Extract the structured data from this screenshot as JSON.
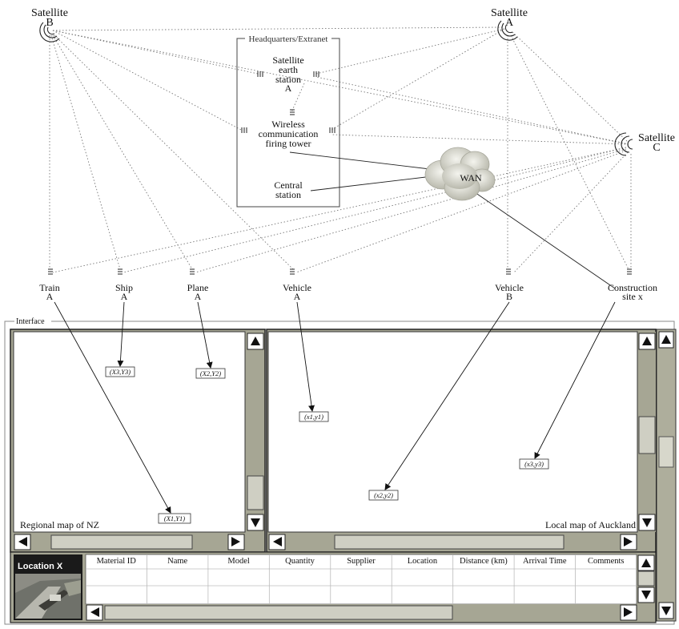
{
  "satellites": {
    "b": {
      "name": "Satellite",
      "letter": "B"
    },
    "a": {
      "name": "Satellite",
      "letter": "A"
    },
    "c": {
      "name": "Satellite",
      "letter": "C"
    }
  },
  "headquarters": {
    "title": "Headquarters/Extranet",
    "earth_station": [
      "Satellite",
      "earth",
      "station",
      "A"
    ],
    "firing_tower": [
      "Wireless",
      "communication",
      "firing tower"
    ],
    "central_station": [
      "Central",
      "station"
    ]
  },
  "wan": "WAN",
  "endpoints": {
    "train": [
      "Train",
      "A"
    ],
    "ship": [
      "Ship",
      "A"
    ],
    "plane": [
      "Plane",
      "A"
    ],
    "vehicle_a": [
      "Vehicle",
      "A"
    ],
    "vehicle_b": [
      "Vehicle",
      "B"
    ],
    "construction": [
      "Construction",
      "site x"
    ]
  },
  "interface": {
    "title": "Interface",
    "regional_map": {
      "label": "Regional map of NZ",
      "points": [
        "(X3,Y3)",
        "(X2,Y2)",
        "(X1,Y1)"
      ]
    },
    "local_map": {
      "label": "Local map of Auckland",
      "points": [
        "(x1,y1)",
        "(x2,y2)",
        "(x3,y3)"
      ]
    },
    "location": "Location X",
    "table": {
      "columns": [
        "Material ID",
        "Name",
        "Model",
        "Quantity",
        "Supplier",
        "Location",
        "Distance (km)",
        "Arrival Time",
        "Comments"
      ]
    }
  }
}
